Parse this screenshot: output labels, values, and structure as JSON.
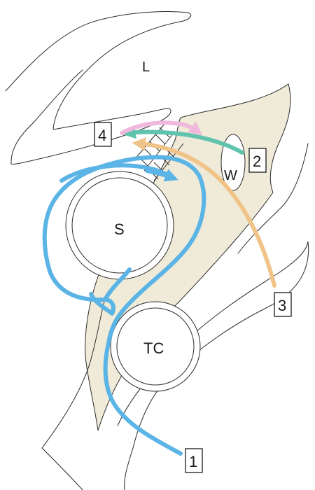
{
  "labels": {
    "L": "L",
    "S": "S",
    "W": "W",
    "TC": "TC"
  },
  "numbered_boxes": [
    "1",
    "2",
    "3",
    "4"
  ],
  "colors": {
    "tissue": "#f0ead8",
    "route_1_blue": "#5ab4e6",
    "route_2_green": "#5fc3ad",
    "route_3_orange": "#f0c488",
    "route_4_pink": "#efb8dc",
    "outline": "#2a2a2a"
  }
}
